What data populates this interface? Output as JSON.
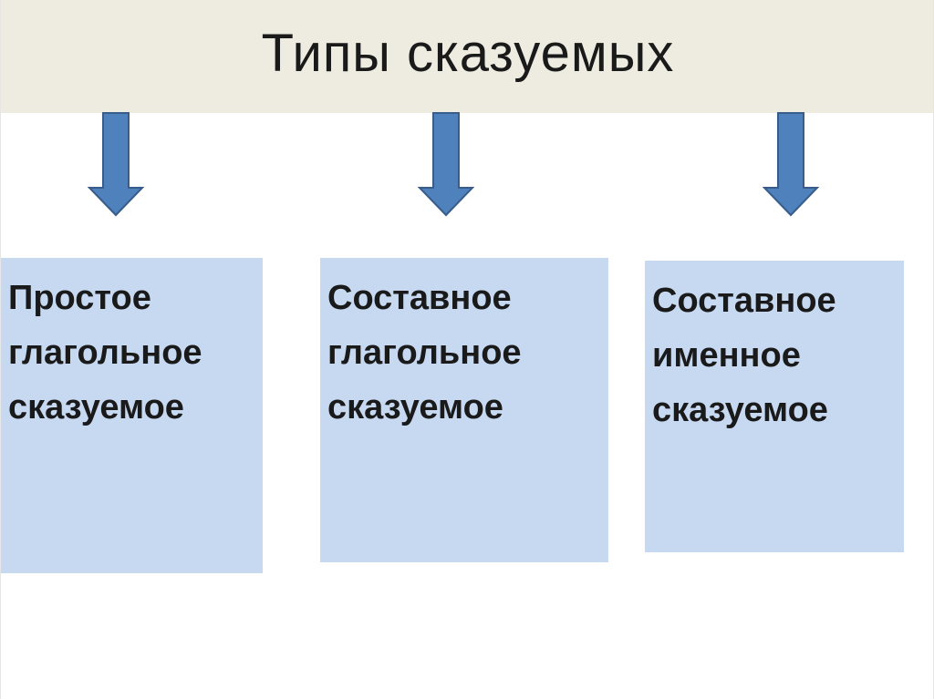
{
  "title": "Типы сказуемых",
  "colors": {
    "title_background": "#eeece1",
    "box_fill": "#c6d9f1",
    "arrow_fill": "#4f81bd",
    "arrow_stroke": "#385d8a"
  },
  "boxes": [
    {
      "lines": [
        "Простое",
        "глагольное",
        "сказуемое"
      ]
    },
    {
      "lines": [
        "Составное",
        "глагольное",
        "сказуемое"
      ]
    },
    {
      "lines": [
        "Составное",
        "именное",
        "сказуемое"
      ]
    }
  ]
}
